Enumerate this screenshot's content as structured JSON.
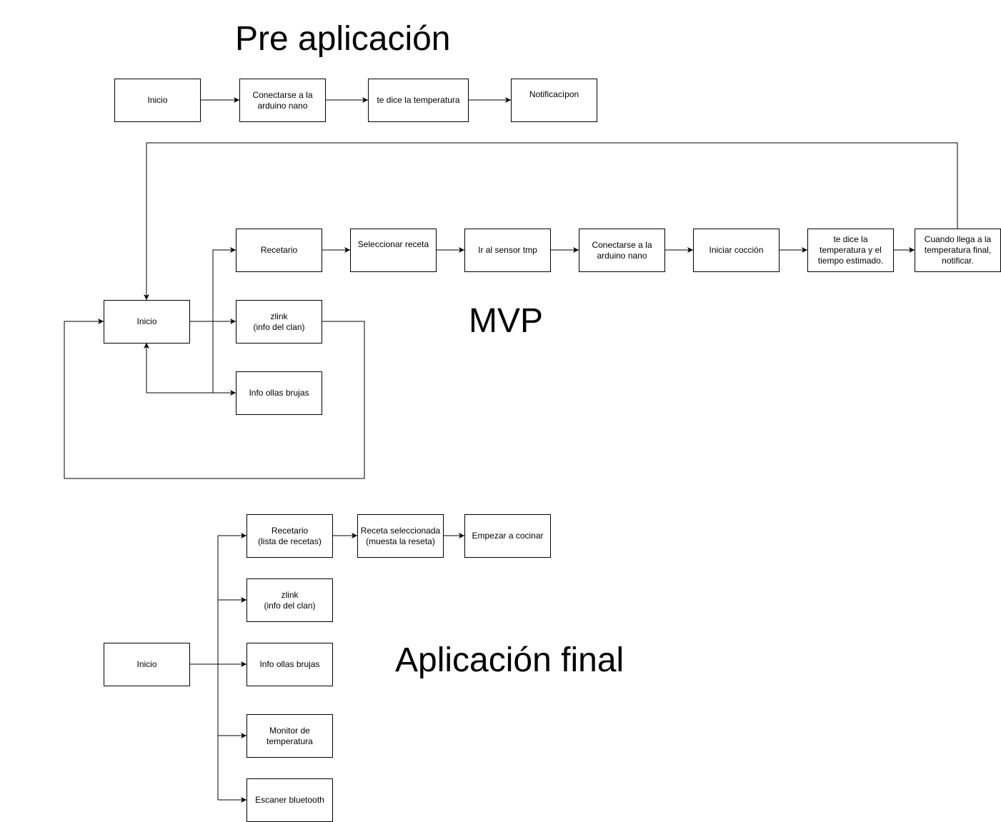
{
  "titles": {
    "pre": "Pre aplicación",
    "mvp": "MVP",
    "final": "Aplicación final"
  },
  "pre": {
    "inicio": "Inicio",
    "conectarse": "Conectarse a la\narduino nano",
    "temperatura": "te dice la temperatura",
    "notificacion": "Notificacípon"
  },
  "mvp": {
    "inicio": "Inicio",
    "recetario": "Recetario",
    "seleccionar": "Seleccionar receta",
    "sensor": "Ir al sensor tmp",
    "conectarse": "Conectarse a la\narduino nano",
    "coccion": "Iniciar cocción",
    "temperatura": "te dice la\ntemperatura  y el\ntiempo estimado.",
    "notificar": "Cuando llega a la\ntemperatura final,\nnotificar.",
    "zlink": "zlink\n(info del clan)",
    "ollas": "Info ollas brujas"
  },
  "final": {
    "inicio": "Inicio",
    "recetario": "Recetario\n(lista de recetas)",
    "receta": "Receta seleccionada\n(muesta la reseta)",
    "cocinar": "Empezar a cocinar",
    "zlink": "zlink\n(info del clan)",
    "ollas": "Info ollas brujas",
    "monitor": "Monitor de\ntemperatura",
    "bluetooth": "Escaner bluetooth"
  }
}
